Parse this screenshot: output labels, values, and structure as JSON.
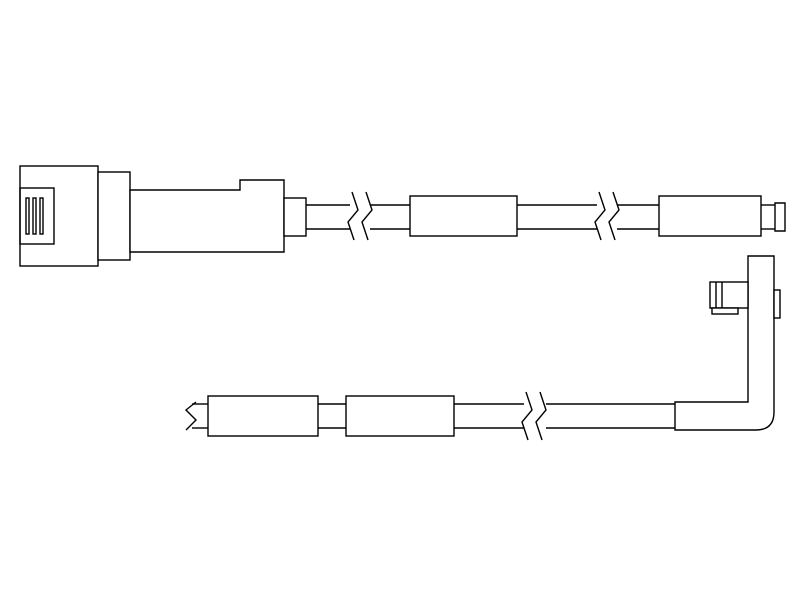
{
  "diagram": {
    "kind": "line-drawing",
    "subject": "wear-sensor-cable",
    "colors": {
      "line": "#000000",
      "fill": "#ffffff",
      "background": "#ffffff"
    },
    "parts": [
      "upper-connector-plug",
      "upper-cable",
      "upper-sleeve-1",
      "upper-sleeve-2",
      "lower-sleeve-1",
      "lower-sleeve-2",
      "lower-cable",
      "sensor-elbow-housing",
      "sensor-tip"
    ],
    "break_marks": 5
  }
}
